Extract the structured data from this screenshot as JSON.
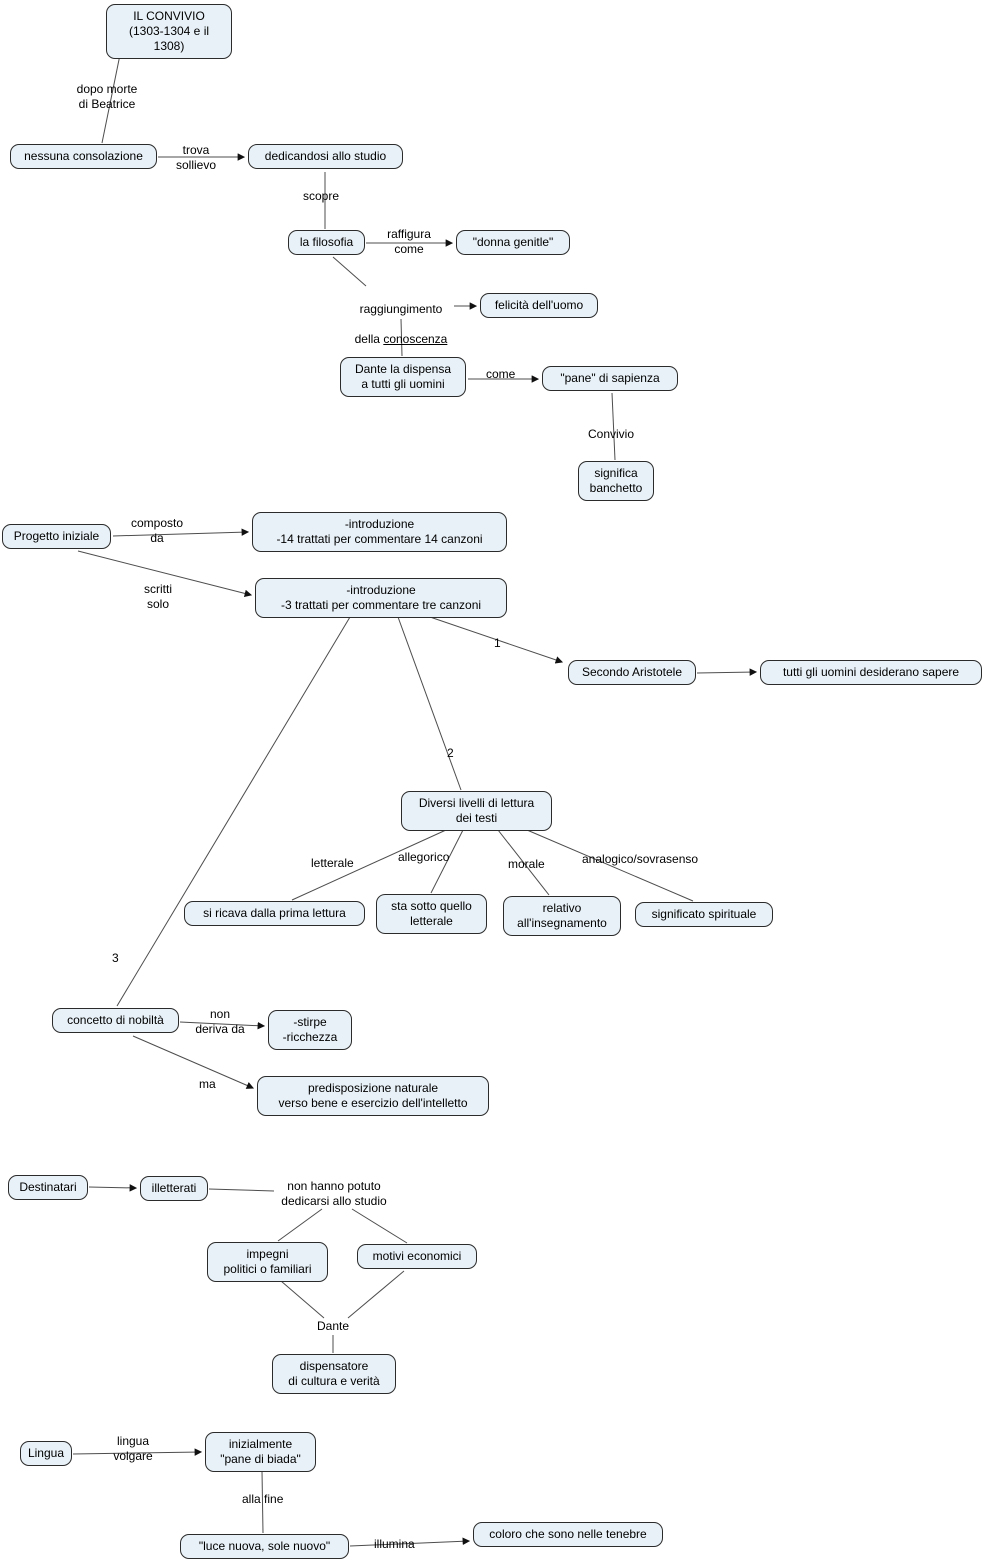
{
  "colors": {
    "node_fill": "#e8f1f7",
    "node_border": "#2b2b2b",
    "line": "#4d4d4d",
    "background": "#ffffff"
  },
  "nodes": {
    "il_convivio": "IL CONVIVIO\n(1303-1304 e il 1308)",
    "nessuna_consolazione": "nessuna consolazione",
    "dedicandosi": "dedicandosi allo studio",
    "la_filosofia": "la filosofia",
    "donna_gentile": "\"donna genitle\"",
    "felicita": "felicità dell'uomo",
    "dante_dispensa": "Dante la dispensa\na tutti gli uomini",
    "pane_sapienza": "\"pane\" di sapienza",
    "significa_banchetto": "significa\nbanchetto",
    "progetto_iniziale": "Progetto iniziale",
    "intro_14": "-introduzione\n-14 trattati per commentare 14 canzoni",
    "intro_3": "-introduzione\n-3 trattati per commentare tre canzoni",
    "secondo_aristotele": "Secondo Aristotele",
    "tutti_uomini": "tutti gli uomini desiderano sapere",
    "diversi_livelli": "Diversi livelli di lettura\ndei testi",
    "si_ricava": "si ricava dalla prima lettura",
    "sta_sotto": "sta sotto quello\nletterale",
    "relativo": "relativo\nall'insegnamento",
    "significato_spirituale": "significato spirituale",
    "concetto_nobilta": "concetto di nobiltà",
    "stirpe_ricchezza": "-stirpe\n-ricchezza",
    "predisposizione": "predisposizione naturale\nverso bene e esercizio dell'intelletto",
    "destinatari": "Destinatari",
    "illetterati": "illetterati",
    "impegni": "impegni\npolitici o familiari",
    "motivi_economici": "motivi economici",
    "dispensatore": "dispensatore\ndi cultura e verità",
    "lingua": "Lingua",
    "inizialmente": "inizialmente\n\"pane di biada\"",
    "luce_nuova": "\"luce nuova, sole nuovo\"",
    "coloro_tenebre": "coloro che sono nelle tenebre"
  },
  "labels": {
    "dopo_morte": "dopo morte\ndi Beatrice",
    "trova_sollievo": "trova\nsollievo",
    "scopre": "scopre",
    "raffigura_come": "raffigura\ncome",
    "raggiungimento_line1": "raggiungimento",
    "raggiungimento_line2_prefix": "della ",
    "raggiungimento_underlined": "conoscenza",
    "come": "come",
    "convivio": "Convivio",
    "composto_da": "composto\nda",
    "scritti_solo": "scritti\nsolo",
    "n1": "1",
    "n2": "2",
    "n3": "3",
    "letterale": "letterale",
    "allegorico": "allegorico",
    "morale": "morale",
    "analogico": "analogico/sovrasenso",
    "non_deriva": "non\nderiva da",
    "ma": "ma",
    "non_hanno": "non hanno potuto\ndedicarsi allo studio",
    "dante": "Dante",
    "lingua_volgare": "lingua\nvolgare",
    "alla_fine": "alla fine",
    "illumina": "illumina"
  }
}
